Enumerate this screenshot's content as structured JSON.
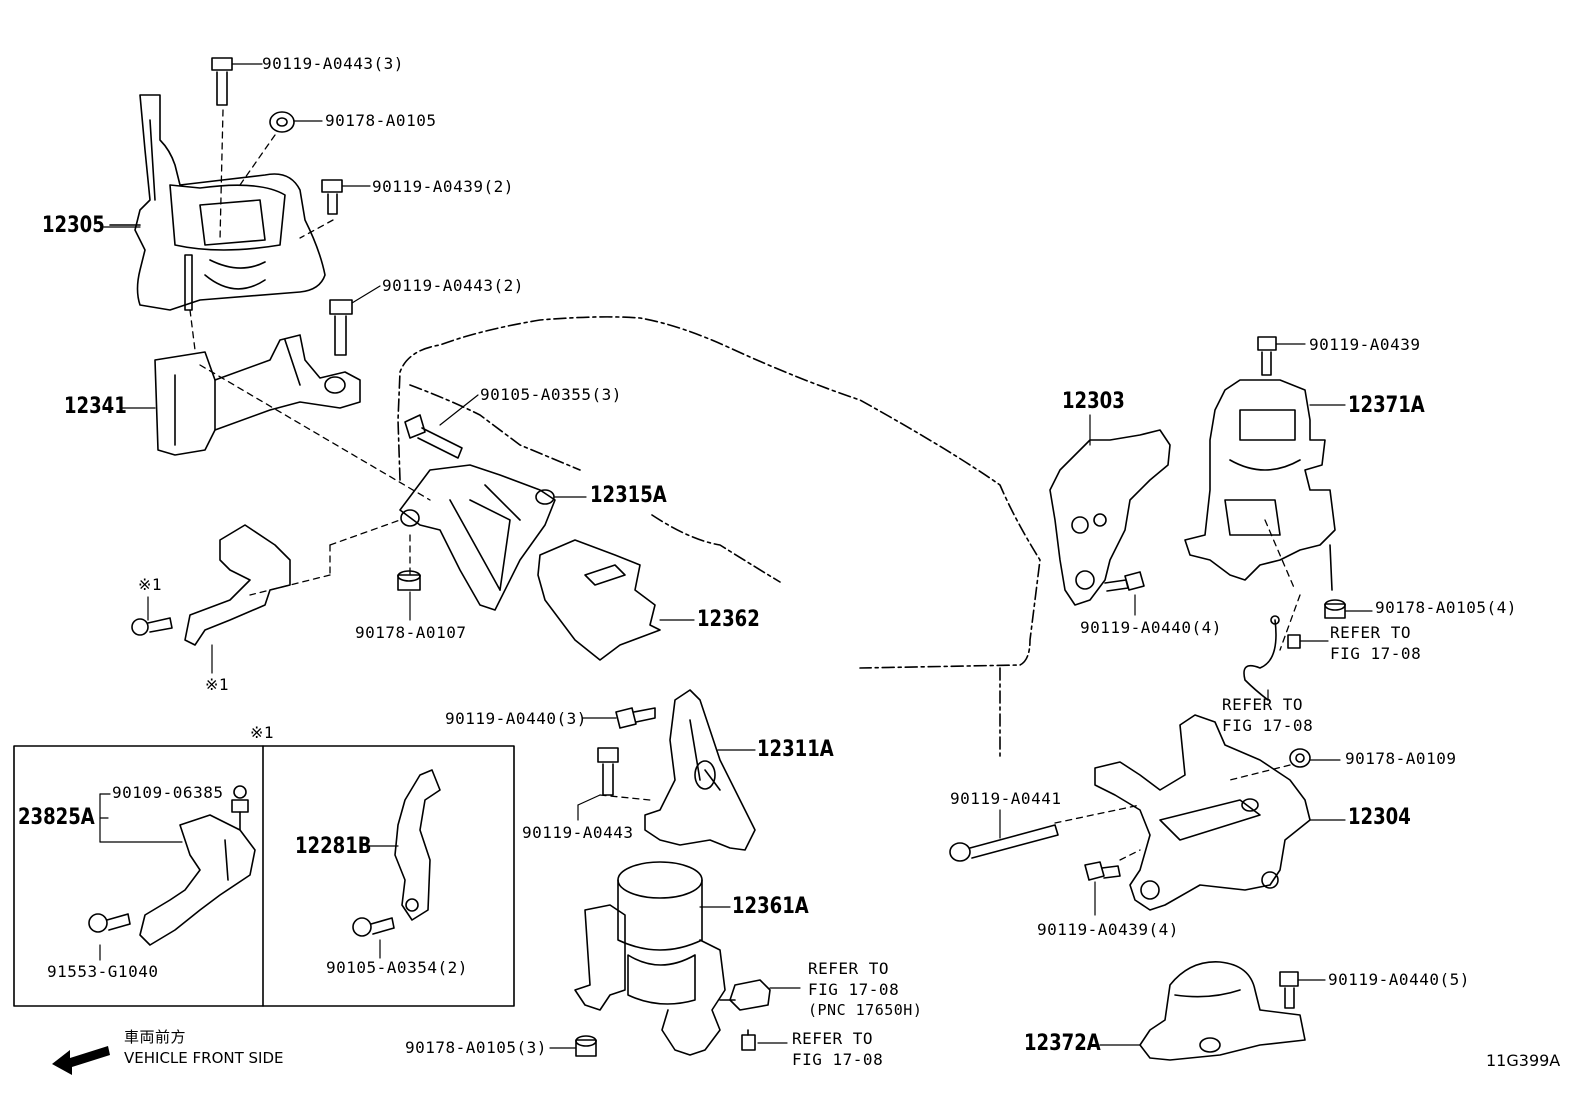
{
  "labels": {
    "l90119_A0443_3": "90119-A0443(3)",
    "l90178_A0105": "90178-A0105",
    "l90119_A0439_2": "90119-A0439(2)",
    "l12305": "12305",
    "l90119_A0443_2": "90119-A0443(2)",
    "l12341": "12341",
    "l90105_A0355_3": "90105-A0355(3)",
    "l12315A": "12315A",
    "mark1a": "※1",
    "mark1b": "※1",
    "l90178_A0107": "90178-A0107",
    "l12362": "12362",
    "mark1c": "※1",
    "l90119_A0440_3": "90119-A0440(3)",
    "l12311A": "12311A",
    "l90119_A0443": "90119-A0443",
    "l90109_06385": "90109-06385",
    "l23825A": "23825A",
    "l91553_G1040": "91553-G1040",
    "l12281B": "12281B",
    "l90105_A0354_2": "90105-A0354(2)",
    "l12361A": "12361A",
    "l90178_A0105_3": "90178-A0105(3)",
    "l12303": "12303",
    "l90119_A0440_4": "90119-A0440(4)",
    "l90119_A0439": "90119-A0439",
    "l12371A": "12371A",
    "l90178_A0105_4": "90178-A0105(4)",
    "l90178_A0109": "90178-A0109",
    "l90119_A0441": "90119-A0441",
    "l12304": "12304",
    "l90119_A0439_4": "90119-A0439(4)",
    "l90119_A0440_5": "90119-A0440(5)",
    "l12372A": "12372A"
  },
  "refer": {
    "r1": {
      "line1": "REFER TO",
      "line2": "FIG 17-08"
    },
    "r2": {
      "line1": "REFER TO",
      "line2": "FIG 17-08"
    },
    "r3": {
      "line1": "REFER TO",
      "line2": "FIG 17-08",
      "line3": "(PNC 17650H)"
    },
    "r4": {
      "line1": "REFER TO",
      "line2": "FIG 17-08"
    }
  },
  "direction": {
    "jp": "車両前方",
    "en": "VEHICLE FRONT SIDE"
  },
  "figure_code": "11G399A"
}
